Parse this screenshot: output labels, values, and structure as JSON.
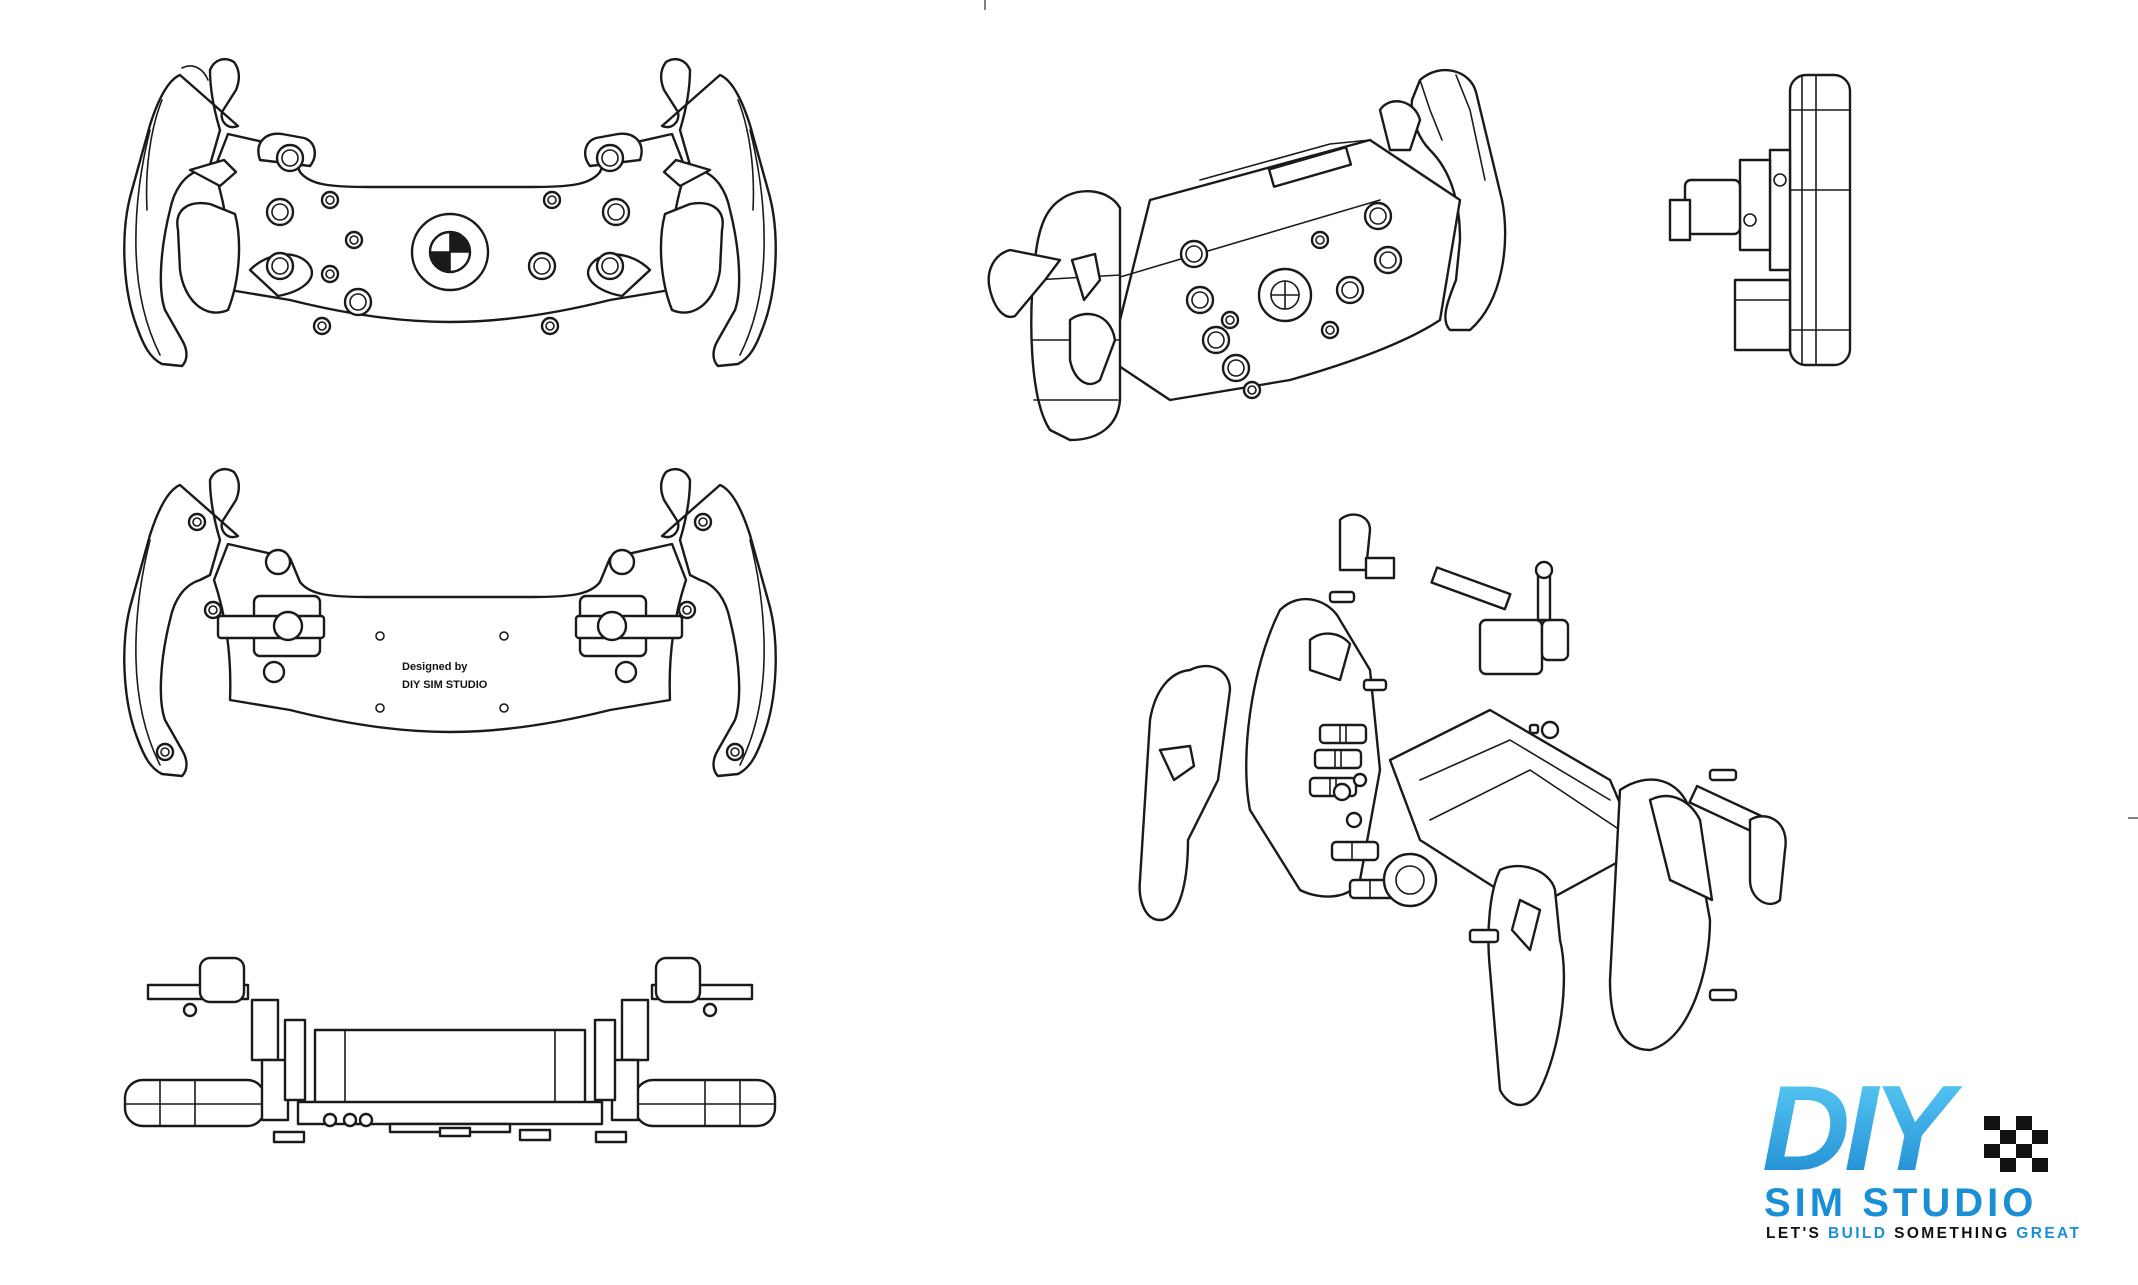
{
  "drawing": {
    "plate_text_line1": "Designed by",
    "plate_text_line2": "DIY SIM STUDIO",
    "views": [
      {
        "id": "front",
        "name": "front-view"
      },
      {
        "id": "rear",
        "name": "rear-view"
      },
      {
        "id": "top",
        "name": "top-view"
      },
      {
        "id": "iso",
        "name": "isometric-view"
      },
      {
        "id": "side",
        "name": "side-view"
      },
      {
        "id": "exploded",
        "name": "exploded-view"
      }
    ]
  },
  "logo": {
    "big": "DIY",
    "name": "SIM STUDIO",
    "tagline_part1": "LET'S ",
    "tagline_part2": "BUILD",
    "tagline_part3": " SOMETHING ",
    "tagline_part4": "GREAT",
    "colors": {
      "blue_light": "#4cc3f4",
      "blue_dark": "#1580c9",
      "black": "#111111"
    }
  }
}
